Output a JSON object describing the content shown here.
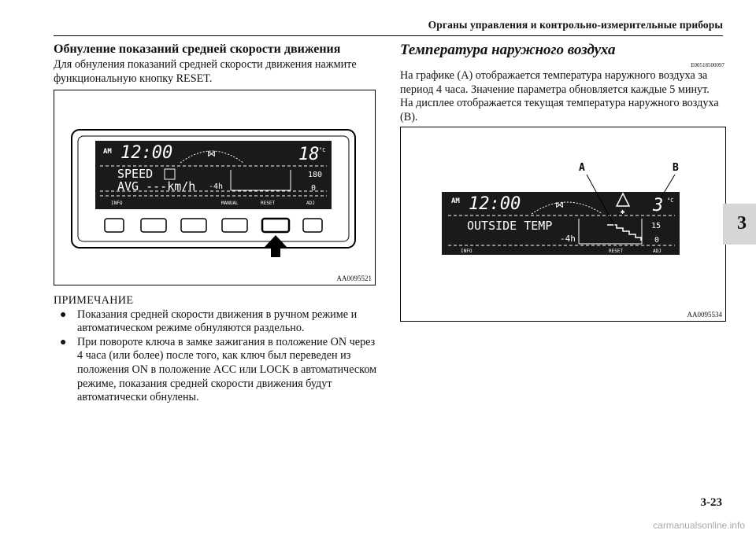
{
  "header": {
    "title": "Органы управления и контрольно-измерительные приборы"
  },
  "left": {
    "heading": "Обнуление показаний средней скорости движения",
    "para": "Для обнуления показаний средней скорости движения нажмите функциональную кнопку RESET.",
    "figure_label": "AA0095521",
    "display": {
      "am": "AM",
      "time": "12:00",
      "temp": "18",
      "unit": "°C",
      "speed": "SPEED",
      "avg": "AVG ---km/h",
      "span": "-4h",
      "max": "180",
      "zero": "0",
      "bar_labels": [
        "INFO",
        "MANUAL",
        "RESET",
        "ADJ"
      ]
    }
  },
  "note": {
    "title": "ПРИМЕЧАНИЕ",
    "items": [
      "Показания средней скорости движения в ручном режиме и автоматическом режиме обнуляются раздельно.",
      "При повороте ключа в замке зажигания в положение ON через 4 часа (или более) после того, как ключ был переведен из положения ON в положение ACC или LOCK в автоматическом режиме, показания средней скорости движения будут автоматически обнулены."
    ]
  },
  "right": {
    "heading": "Температура наружного воздуха",
    "code": "E00518500097",
    "para1": "На графике (A) отображается температура наружного воздуха за период 4 часа. Значение параметра обновляется каждые 5 минут.",
    "para2": "На дисплее отображается текущая температура наружного воздуха (B).",
    "figure_label": "AA0095534",
    "callouts": [
      "A",
      "B"
    ],
    "display": {
      "am": "AM",
      "time": "12:00",
      "temp": "3",
      "unit": "°C",
      "title": "OUTSIDE TEMP",
      "span": "-4h",
      "max": "15",
      "zero": "0",
      "bar_labels": [
        "INFO",
        "RESET",
        "ADJ"
      ]
    }
  },
  "tab": {
    "number": "3"
  },
  "footer": {
    "page": "3-23",
    "watermark": "carmanualsonline.info"
  }
}
